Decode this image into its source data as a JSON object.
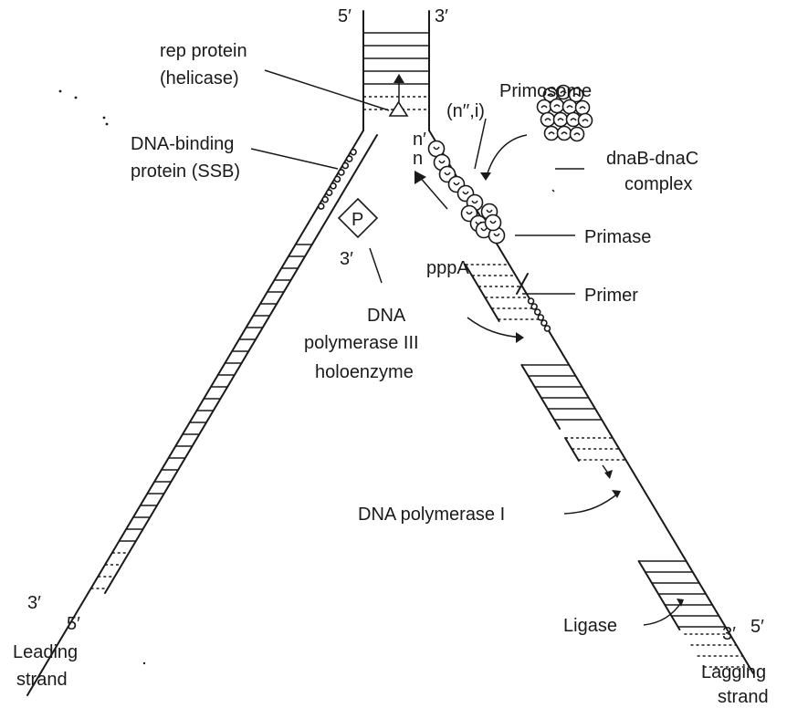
{
  "labels": {
    "top_5prime": "5′",
    "top_3prime": "3′",
    "rep_protein_line1": "rep protein",
    "rep_protein_line2": "(helicase)",
    "primosome": "Primosome",
    "n_dblprime_i": "(n′′,i)",
    "n_prime": "n′",
    "n": "n",
    "dnab_line1": "dnaB-dnaC",
    "dnab_line2": "complex",
    "ssb_line1": "DNA-binding",
    "ssb_line2": "protein (SSB)",
    "primase": "Primase",
    "pol3_symbol": "P",
    "leading_3prime_end": "3′",
    "pppA": "pppA",
    "primer": "Primer",
    "pol3_line1": "DNA",
    "pol3_line2": "polymerase III",
    "pol3_line3": "holoenzyme",
    "pol1": "DNA polymerase I",
    "ligase": "Ligase",
    "leading_bottom_3prime": "3′",
    "leading_bottom_5prime": "5′",
    "leading_line1": "Leading",
    "leading_line2": "strand",
    "lagging_bottom_3prime": "3′",
    "lagging_bottom_5prime": "5′",
    "lagging_line1": "Lagging",
    "lagging_line2": "strand"
  },
  "colors": {
    "ink": "#1a1a1a",
    "paper": "#ffffff"
  }
}
